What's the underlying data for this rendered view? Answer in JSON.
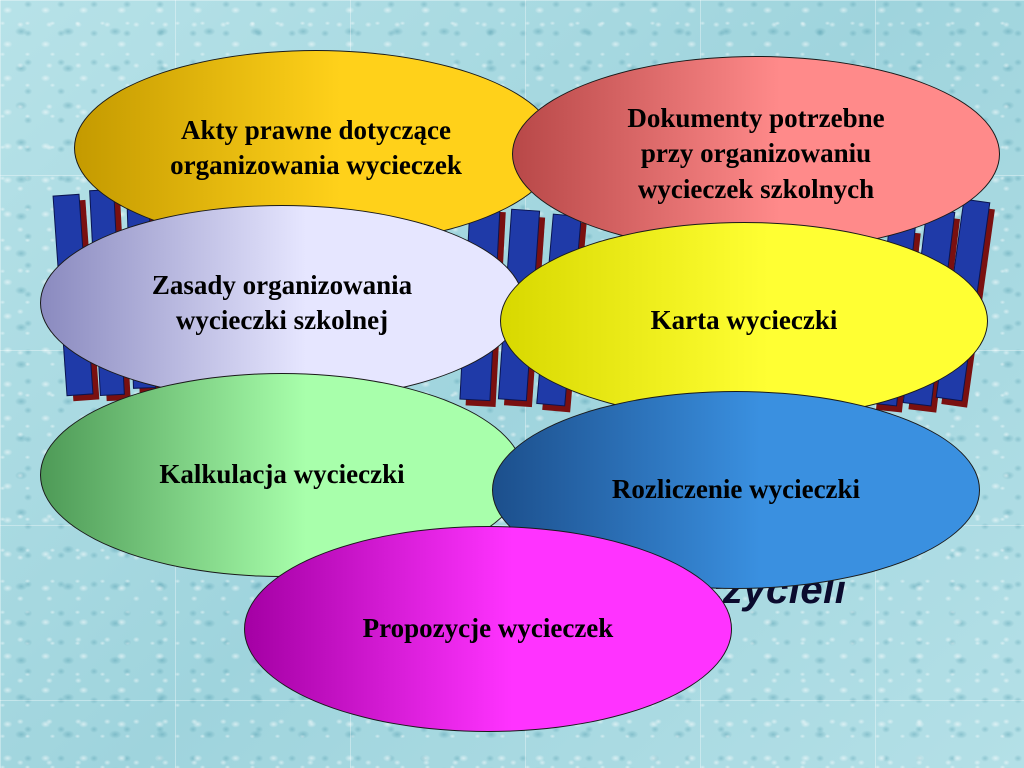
{
  "bubbles": [
    {
      "text": "Akty prawne dotyczące\norganizowania wycieczek",
      "colors": [
        "#c49a00",
        "#ffd11a"
      ]
    },
    {
      "text": "Dokumenty potrzebne\nprzy organizowaniu\nwycieczek szkolnych",
      "colors": [
        "#b84848",
        "#ff8a8a"
      ]
    },
    {
      "text": "Zasady organizowania\nwycieczki szkolnej",
      "colors": [
        "#8a8abf",
        "#e6e6ff"
      ]
    },
    {
      "text": "Karta wycieczki",
      "colors": [
        "#d8d800",
        "#ffff33"
      ]
    },
    {
      "text": "Kalkulacja wycieczki",
      "colors": [
        "#4e9a57",
        "#a8ffab"
      ]
    },
    {
      "text": "Rozliczenie wycieczki",
      "colors": [
        "#1c4f8c",
        "#3a90e0"
      ]
    },
    {
      "text": "Propozycje wycieczek",
      "colors": [
        "#a400a4",
        "#ff33ff"
      ]
    }
  ],
  "subtitle_fragment": "czycieli",
  "colors": {
    "back_letters": "#1f3aa8",
    "back_letter_shadow": "#7a1010",
    "subtitle": "#0b0b2e"
  }
}
